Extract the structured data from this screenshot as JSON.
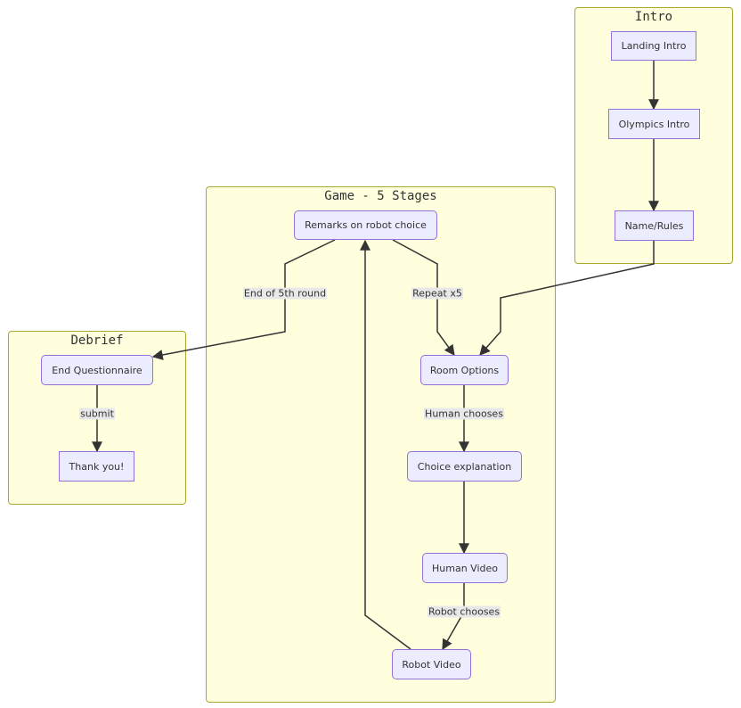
{
  "clusters": {
    "intro": {
      "title": "Intro"
    },
    "game": {
      "title": "Game - 5 Stages"
    },
    "debrief": {
      "title": "Debrief"
    }
  },
  "nodes": {
    "landing_intro": "Landing Intro",
    "olympics_intro": "Olympics Intro",
    "name_rules": "Name/Rules",
    "remarks": "Remarks on robot choice",
    "room_options": "Room Options",
    "choice_explanation": "Choice explanation",
    "human_video": "Human Video",
    "robot_video": "Robot Video",
    "end_questionnaire": "End Questionnaire",
    "thank_you": "Thank you!"
  },
  "edge_labels": {
    "end_5th_round": "End of 5th round",
    "repeat_x5": "Repeat x5",
    "human_chooses": "Human chooses",
    "robot_chooses": "Robot chooses",
    "submit": "submit"
  },
  "colors": {
    "cluster_fill": "#ffffde",
    "cluster_border": "#aaaa33",
    "node_fill": "#ececff",
    "node_border": "#9370db",
    "edge": "#333333"
  }
}
